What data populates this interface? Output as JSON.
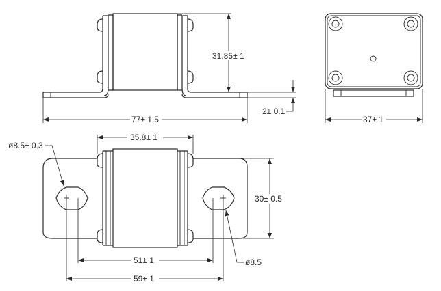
{
  "drawing": {
    "views": [
      "side-view",
      "end-view",
      "top-view"
    ],
    "side_view": {
      "height_label": "31.85± 1",
      "overall_length_label": "77± 1.5",
      "tab_thickness_label": "2± 0.1"
    },
    "end_view": {
      "width_label": "37± 1"
    },
    "top_view": {
      "body_length_label": "35.8± 1",
      "hole_diameter_tol_label": "ø8.5± 0.3",
      "hole_diameter_label": "ø8.5",
      "tab_width_label": "30± 0.5",
      "inner_hole_spacing_label": "51± 1",
      "outer_hole_spacing_label": "59± 1"
    }
  }
}
